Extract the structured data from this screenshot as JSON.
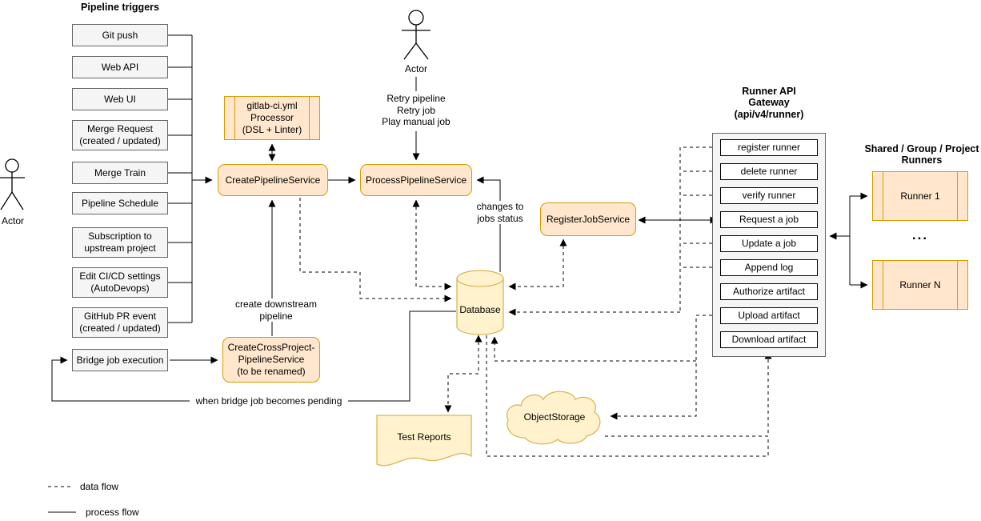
{
  "headers": {
    "pipeline_triggers": "Pipeline triggers",
    "runner_gateway": "Runner API\nGateway\n(api/v4/runner)",
    "shared_runners": "Shared / Group / Project\nRunners"
  },
  "actors": {
    "left": "Actor",
    "top": "Actor"
  },
  "triggers": [
    "Git push",
    "Web API",
    "Web UI",
    "Merge Request\n(created / updated)",
    "Merge Train",
    "Pipeline Schedule",
    "Subscription to\nupstream project",
    "Edit CI/CD settings\n(AutoDevops)",
    "GitHub PR event\n(created / updated)",
    "Bridge job execution"
  ],
  "services": {
    "yml_processor": "gitlab-ci.yml\nProcessor\n(DSL + Linter)",
    "create_pipeline": "CreatePipelineService",
    "process_pipeline": "ProcessPipelineService",
    "register_job": "RegisterJobService",
    "create_cross_project": "CreateCrossProject-\nPipelineService\n(to be renamed)"
  },
  "storage": {
    "database": "Database",
    "object_storage": "ObjectStorage",
    "test_reports": "Test Reports"
  },
  "gateway": {
    "endpoints": [
      "register runner",
      "delete runner",
      "verify runner",
      "Request a job",
      "Update a job",
      "Append log",
      "Authorize artifact",
      "Upload artifact",
      "Download artifact"
    ]
  },
  "runners": {
    "runner_1": "Runner 1",
    "ellipsis": "...",
    "runner_n": "Runner N"
  },
  "edge_labels": {
    "retry": "Retry pipeline\nRetry job\nPlay manual job",
    "changes_to_jobs_status": "changes to\njobs status",
    "create_downstream": "create downstream\npipeline",
    "when_bridge_pending": "when bridge job becomes pending"
  },
  "legend": {
    "data_flow": "data flow",
    "process_flow": "process flow"
  },
  "colors": {
    "service_fill": "#ffe6cc",
    "service_stroke": "#d79b00",
    "storage_fill": "#fff2cc",
    "storage_stroke": "#d6b656",
    "trigger_fill": "#f5f5f5",
    "trigger_stroke": "#666666",
    "endpoint_fill": "#ffffff",
    "line": "#000000"
  }
}
